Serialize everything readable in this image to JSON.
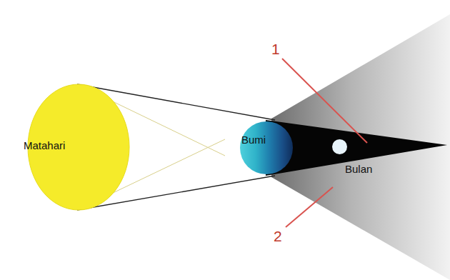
{
  "diagram": {
    "nodes": [
      {
        "text": [
          "Matahari"
        ]
      },
      {
        "text": [
          "Bumi"
        ]
      },
      {
        "text": [
          "Bulan"
        ]
      }
    ],
    "labels": [
      "1",
      "2"
    ]
  }
}
